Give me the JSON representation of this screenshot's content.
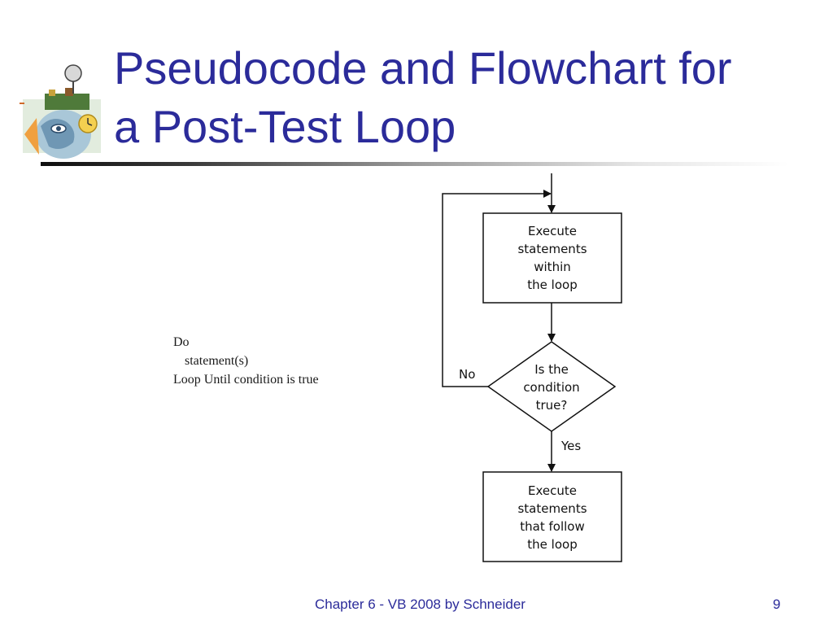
{
  "slide": {
    "title_line1": "Pseudocode and Flowchart for",
    "title_line2": "a Post-Test Loop"
  },
  "pseudocode": {
    "line1": "Do",
    "line2": "statement(s)",
    "line3": "Loop Until condition is true"
  },
  "flowchart": {
    "box1": [
      "Execute",
      "statements",
      "within",
      "the loop"
    ],
    "decision": [
      "Is the",
      "condition",
      "true?"
    ],
    "box2": [
      "Execute",
      "statements",
      "that follow",
      "the loop"
    ],
    "label_no": "No",
    "label_yes": "Yes"
  },
  "footer": {
    "text": "Chapter 6 - VB 2008 by Schneider",
    "page_number": "9"
  },
  "colors": {
    "title": "#2b2b9a",
    "footer": "#2b2b9a"
  },
  "icons": {
    "logo": "clip-art-face-clock-logo"
  }
}
